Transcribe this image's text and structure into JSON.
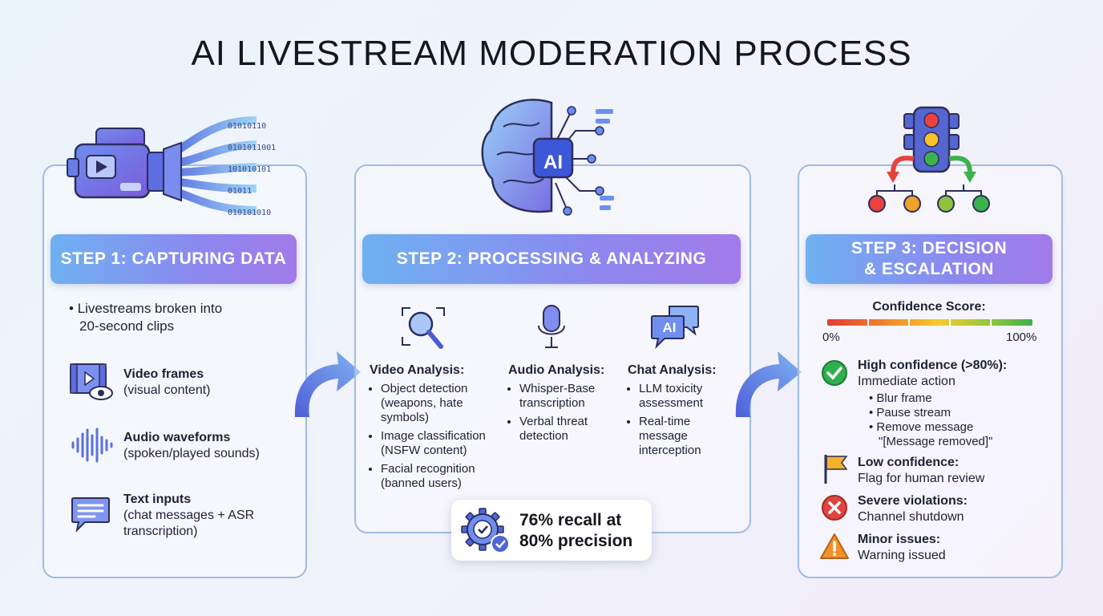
{
  "title": "AI LIVESTREAM MODERATION PROCESS",
  "step1": {
    "heading": "STEP 1: CAPTURING DATA",
    "intro": [
      "Livestreams broken into",
      "20-second clips"
    ],
    "inputs": [
      {
        "title": "Video frames",
        "desc": "(visual content)",
        "icon": "video-frames-icon"
      },
      {
        "title": "Audio waveforms",
        "desc": "(spoken/played sounds)",
        "icon": "audio-waveform-icon"
      },
      {
        "title": "Text inputs",
        "desc_lines": [
          "(chat messages + ASR",
          "transcription)"
        ],
        "icon": "chat-message-icon"
      }
    ],
    "binary_lines": [
      "01010110",
      "0101011001",
      "101010101",
      "01011",
      "010101010"
    ]
  },
  "step2": {
    "heading": "STEP 2: PROCESSING & ANALYZING",
    "chip_label": "AI",
    "columns": [
      {
        "title": "Video Analysis:",
        "icon": "magnifier-icon",
        "items": [
          [
            "Object detection",
            "(weapons, hate",
            "symbols)"
          ],
          [
            "Image classification",
            "(NSFW content)"
          ],
          [
            "Facial recognition",
            "(banned users)"
          ]
        ]
      },
      {
        "title": "Audio Analysis:",
        "icon": "microphone-icon",
        "items": [
          [
            "Whisper-Base",
            "transcription"
          ],
          [
            "Verbal threat",
            "detection"
          ]
        ]
      },
      {
        "title": "Chat Analysis:",
        "icon": "ai-chat-icon",
        "items": [
          [
            "LLM toxicity",
            "assessment"
          ],
          [
            "Real-time",
            "message",
            "interception"
          ]
        ]
      }
    ],
    "chat_icon_label": "AI",
    "metric_lines": [
      "76% recall at",
      "80% precision"
    ]
  },
  "step3": {
    "heading_lines": [
      "STEP 3: DECISION",
      "& ESCALATION"
    ],
    "confidence": {
      "label": "Confidence Score:",
      "min": "0%",
      "max": "100%"
    },
    "outcomes": [
      {
        "title": "High confidence (>80%):",
        "desc": "Immediate action",
        "icon": "check-circle-icon",
        "items": [
          "Blur frame",
          "Pause stream",
          "Remove message"
        ],
        "note": "\"[Message removed]\""
      },
      {
        "title": "Low confidence:",
        "desc": "Flag for human review",
        "icon": "flag-icon"
      },
      {
        "title": "Severe violations:",
        "desc": "Channel shutdown",
        "icon": "x-circle-icon"
      },
      {
        "title": "Minor issues:",
        "desc": "Warning issued",
        "icon": "warning-triangle-icon"
      }
    ]
  },
  "colors": {
    "panel_border": "#9fbce6",
    "step_gradient": [
      "#6fb1f1",
      "#a27ae9"
    ],
    "arrow": "#5f7de0",
    "success": "#2eb04d",
    "danger": "#e0443e",
    "warning": "#f2912a"
  }
}
